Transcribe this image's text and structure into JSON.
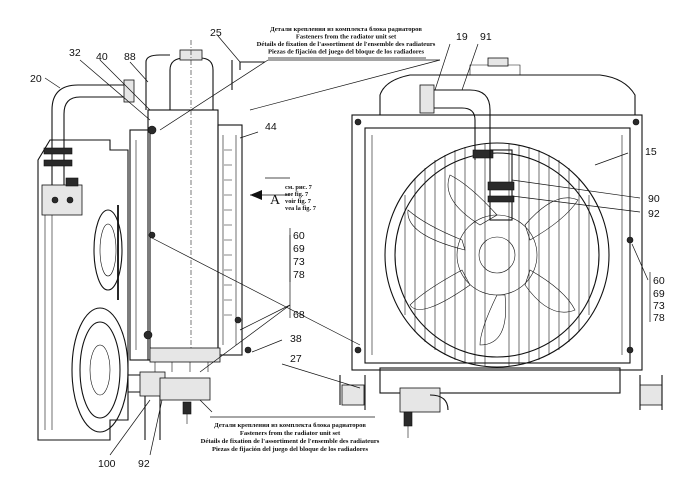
{
  "caption_top": {
    "ru": "Детали крепления из комплекта блока радиаторов",
    "en": "Fasteners from the radiator unit set",
    "fr": "Détails de fixation de l'assortiment de l'ensemble des radiateurs",
    "es": "Piezas de fijación del juego del bloque de los radiadores"
  },
  "caption_bottom": {
    "ru": "Детали крепления из комплекта блока радиаторов",
    "en": "Fasteners from the radiator unit set",
    "fr": "Détails de fixation de l'assortiment de l'ensemble des radiateurs",
    "es": "Piezas de fijación del juego del bloque de los radiadores"
  },
  "view_ref": {
    "letter": "A",
    "ru": "см. рис. 7",
    "en": "see fig. 7",
    "fr": "voir fig. 7",
    "es": "vea la fig. 7"
  },
  "callouts": {
    "n20": "20",
    "n32": "32",
    "n40": "40",
    "n88": "88",
    "n25": "25",
    "n44": "44",
    "n68": "68",
    "n38": "38",
    "n27": "27",
    "n100": "100",
    "n92_bottom": "92",
    "n19": "19",
    "n91": "91",
    "n15": "15",
    "n90": "90",
    "n92_right": "92"
  },
  "stack_left": [
    "60",
    "69",
    "73",
    "78"
  ],
  "stack_right": [
    "60",
    "69",
    "73",
    "78"
  ]
}
